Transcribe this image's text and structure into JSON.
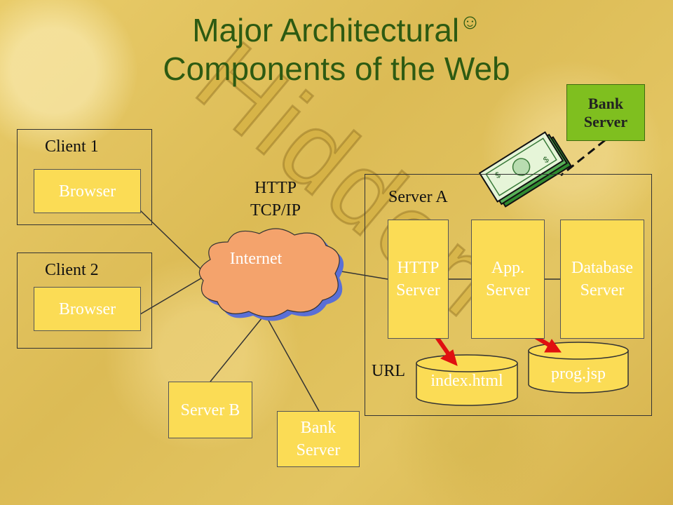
{
  "title": {
    "line1": "Major Architectural",
    "line2": "Components of the Web"
  },
  "watermark": "Hidden",
  "clients": [
    {
      "label": "Client 1",
      "browser": "Browser"
    },
    {
      "label": "Client 2",
      "browser": "Browser"
    }
  ],
  "protocol": {
    "line1": "HTTP",
    "line2": "TCP/IP"
  },
  "internet": "Internet",
  "server_a": {
    "label": "Server A",
    "http_server": [
      "HTTP",
      "Server"
    ],
    "app_server": [
      "App.",
      "Server"
    ],
    "database_server": [
      "Database",
      "Server"
    ],
    "url_label": "URL",
    "index_file": "index.html",
    "prog_file": "prog.jsp"
  },
  "server_b": "Server B",
  "bank_server_bottom": [
    "Bank",
    "Server"
  ],
  "bank_server_top": [
    "Bank",
    "Server"
  ],
  "colors": {
    "title": "#2d5a12",
    "box_fill": "#fbdc55",
    "bank_top": "#7fbf1f",
    "cloud": "#f4a36c",
    "arrow": "#e01010"
  }
}
